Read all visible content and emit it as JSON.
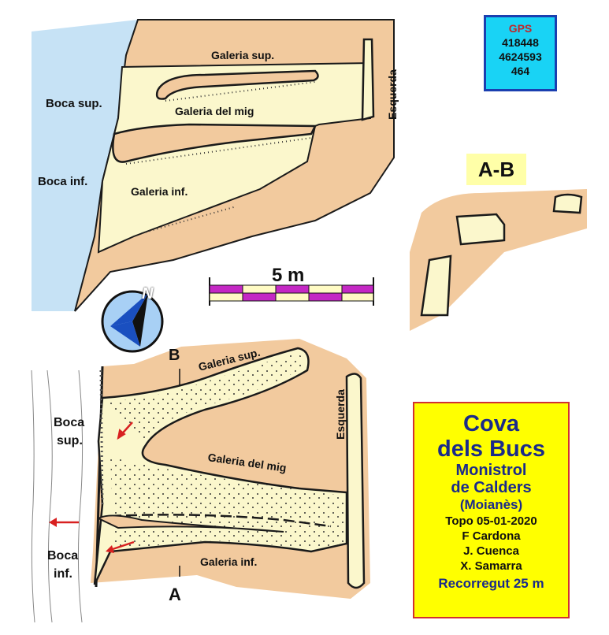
{
  "gps": {
    "title": "GPS",
    "x": "418448",
    "y": "4624593",
    "altitude": "464"
  },
  "section": {
    "label": "A-B"
  },
  "scale": {
    "label": "5 m"
  },
  "elevation": {
    "galeria_sup": "Galeria sup.",
    "galeria_mig": "Galeria del mig",
    "galeria_inf": "Galeria inf.",
    "boca_sup": "Boca sup.",
    "boca_inf": "Boca inf.",
    "esquerda": "Esquerda"
  },
  "plan": {
    "galeria_sup": "Galeria sup.",
    "galeria_mig": "Galeria del mig",
    "galeria_inf": "Galeria inf.",
    "boca_sup_1": "Boca",
    "boca_sup_2": "sup.",
    "boca_inf_1": "Boca",
    "boca_inf_2": "inf.",
    "esquerda": "Esquerda",
    "marker_a": "A",
    "marker_b": "B"
  },
  "title_block": {
    "cave_line1": "Cova",
    "cave_line2": "dels Bucs",
    "place_line1": "Monistrol",
    "place_line2": "de Calders",
    "region": "(Moianès)",
    "survey": "Topo 05-01-2020",
    "author1": "F Cardona",
    "author2": "J. Cuenca",
    "author3": "X. Samarra",
    "length": "Recorregut  25 m"
  },
  "compass": {
    "label": "N"
  },
  "colors": {
    "rock": "#f2ca9e",
    "gallery": "#fbf7cc",
    "sky": "#c6e2f5",
    "outline": "#1a1a1a",
    "scale_magenta": "#c428c4",
    "scale_cream": "#fffbc4",
    "compass_fill": "#a8d0f5",
    "compass_needle": "#1a4fc0",
    "arrow": "#d82020"
  }
}
